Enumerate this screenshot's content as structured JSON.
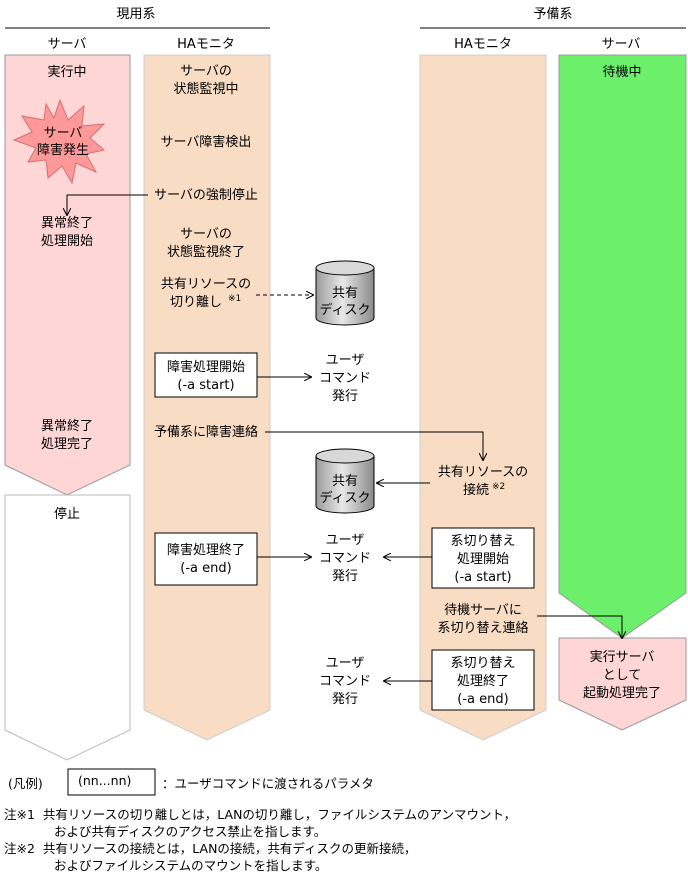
{
  "headers": {
    "active_system": "現用系",
    "standby_system": "予備系",
    "active_server": "サーバ",
    "active_ha": "HAモニタ",
    "standby_ha": "HAモニタ",
    "standby_server": "サーバ"
  },
  "active_server": {
    "running": "実行中",
    "failure_burst": [
      "サーバ",
      "障害発生"
    ],
    "abend_start": [
      "異常終了",
      "処理開始"
    ],
    "abend_done": [
      "異常終了",
      "処理完了"
    ],
    "stopped": "停止"
  },
  "active_ha": {
    "monitoring": [
      "サーバの",
      "状態監視中"
    ],
    "failure_detect": "サーバ障害検出",
    "forced_stop": "サーバの強制停止",
    "monitor_end": [
      "サーバの",
      "状態監視終了"
    ],
    "detach": [
      "共有リソースの",
      "切り離し"
    ],
    "detach_mark": "※1",
    "box_start": [
      "障害処理開始",
      "(-a start)"
    ],
    "notify_standby": "予備系に障害連絡",
    "box_end": [
      "障害処理終了",
      "(-a end)"
    ]
  },
  "disk_labels": [
    "共有",
    "ディスク"
  ],
  "user_command": [
    "ユーザ",
    "コマンド",
    "発行"
  ],
  "standby_ha": {
    "connect": [
      "共有リソースの",
      "接続"
    ],
    "connect_mark": "※2",
    "box_switch_start": [
      "系切り替え",
      "処理開始",
      "(-a start)"
    ],
    "notify_server": [
      "待機サーバに",
      "系切り替え連絡"
    ],
    "box_switch_end": [
      "系切り替え",
      "処理終了",
      "(-a end)"
    ]
  },
  "standby_server": {
    "waiting": "待機中",
    "done": [
      "実行サーバ",
      "として",
      "起動処理完了"
    ]
  },
  "legend": {
    "label": "(凡例)",
    "box_text": "(nn...nn)",
    "description": "：ユーザコマンドに渡されるパラメタ"
  },
  "notes": [
    {
      "mark": "注※1",
      "lines": [
        "共有リソースの切り離しとは，LANの切り離し，ファイルシステムのアンマウント，",
        "および共有ディスクのアクセス禁止を指します。"
      ]
    },
    {
      "mark": "注※2",
      "lines": [
        "共有リソースの接続とは，LANの接続，共有ディスクの更新接続，",
        "およびファイルシステムのマウントを指します。"
      ]
    }
  ],
  "colors": {
    "pink": "#ffd6d6",
    "peach": "#f8dcc4",
    "green": "#6cf06c",
    "burst": "#ff9999"
  }
}
